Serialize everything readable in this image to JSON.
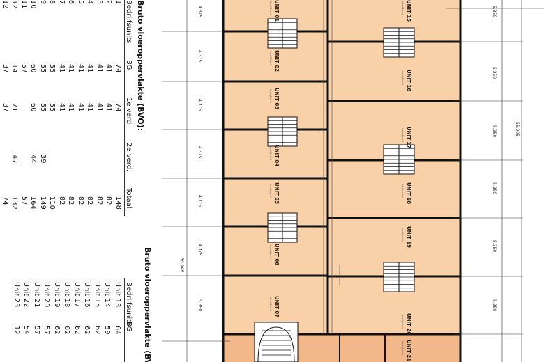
{
  "table_left": {
    "title": "Bruto vloeroppervlakte (BVO):",
    "headers": [
      "Bedrijfsunits",
      "BG",
      "1e verd.",
      "2e verd.",
      "Totaal"
    ],
    "rows": [
      {
        "unit": "1",
        "bg": "74",
        "v1": "74",
        "v2": "",
        "tot": "148"
      },
      {
        "unit": "2",
        "bg": "41",
        "v1": "41",
        "v2": "",
        "tot": "82"
      },
      {
        "unit": "3",
        "bg": "41",
        "v1": "41",
        "v2": "",
        "tot": "82"
      },
      {
        "unit": "4",
        "bg": "41",
        "v1": "41",
        "v2": "",
        "tot": "82"
      },
      {
        "unit": "5",
        "bg": "41",
        "v1": "41",
        "v2": "",
        "tot": "82"
      },
      {
        "unit": "6",
        "bg": "41",
        "v1": "41",
        "v2": "",
        "tot": "82"
      },
      {
        "unit": "7",
        "bg": "41",
        "v1": "41",
        "v2": "",
        "tot": "82"
      },
      {
        "unit": "8",
        "bg": "55",
        "v1": "55",
        "v2": "",
        "tot": "110"
      },
      {
        "unit": "9",
        "bg": "55",
        "v1": "55",
        "v2": "39",
        "tot": "149"
      },
      {
        "unit": "10",
        "bg": "60",
        "v1": "60",
        "v2": "44",
        "tot": "164"
      },
      {
        "unit": "11",
        "bg": "57",
        "v1": "",
        "v2": "",
        "tot": "57"
      },
      {
        "unit": "12",
        "bg": "14",
        "v1": "71",
        "v2": "47",
        "tot": "132"
      },
      {
        "unit": "12",
        "bg": "37",
        "v1": "37",
        "v2": "",
        "tot": "74"
      }
    ]
  },
  "table_right": {
    "title": "Bruto vloeroppervlakte (BVO):",
    "headers": [
      "Bedrijfsunits",
      "BG"
    ],
    "rows": [
      {
        "unit": "Unit 13",
        "bg": "64"
      },
      {
        "unit": "Unit 14",
        "bg": "59"
      },
      {
        "unit": "Unit 15",
        "bg": "62"
      },
      {
        "unit": "Unit 16",
        "bg": "62"
      },
      {
        "unit": "Unit 17",
        "bg": "62"
      },
      {
        "unit": "Unit 18",
        "bg": "62"
      },
      {
        "unit": "Unit 19",
        "bg": "62"
      },
      {
        "unit": "Unit 20",
        "bg": "57"
      },
      {
        "unit": "Unit 21",
        "bg": "57"
      },
      {
        "unit": "Unit 22",
        "bg": "54"
      },
      {
        "unit": "Unit 23",
        "bg": "12"
      }
    ]
  },
  "left_units": [
    {
      "label": "UNIT 01",
      "sub": "bedrijfsunit"
    },
    {
      "label": "UNIT 02",
      "sub": "bedrijfsunit"
    },
    {
      "label": "UNIT 03",
      "sub": "bedrijfsunit"
    },
    {
      "label": "UNIT 04",
      "sub": "bedrijfsunit"
    },
    {
      "label": "UNIT 05",
      "sub": "bedrijfsunit"
    },
    {
      "label": "UNIT 06",
      "sub": "bedrijfsunit"
    },
    {
      "label": "UNIT 07",
      "sub": "bedrijfsunit"
    }
  ],
  "right_units": [
    {
      "label": "UNIT 15",
      "sub": "bedrijfsunit"
    },
    {
      "label": "UNIT 16",
      "sub": "bedrijfsunit"
    },
    {
      "label": "UNIT 17",
      "sub": "bedrijfsunit"
    },
    {
      "label": "UNIT 18",
      "sub": "bedrijfsunit"
    },
    {
      "label": "UNIT 19",
      "sub": "bedrijfsunit"
    },
    {
      "label": "UNIT 20",
      "sub": "bedrijfsunit"
    },
    {
      "label": "UNIT 21",
      "sub": "bedrijfsunit"
    }
  ],
  "dimensions": {
    "left": [
      "4.375",
      "4.375",
      "4.375",
      "4.375",
      "4.375",
      "4.375",
      "5.350"
    ],
    "left_total": "30.948",
    "right": [
      "5.350",
      "5.350",
      "5.350",
      "5.350",
      "5.350",
      "5.350"
    ],
    "right_total": "56.905"
  },
  "colors": {
    "unit_fill": "#f9d1a9",
    "unit_fill_dark": "#f3b88a",
    "wall": "#111111"
  }
}
